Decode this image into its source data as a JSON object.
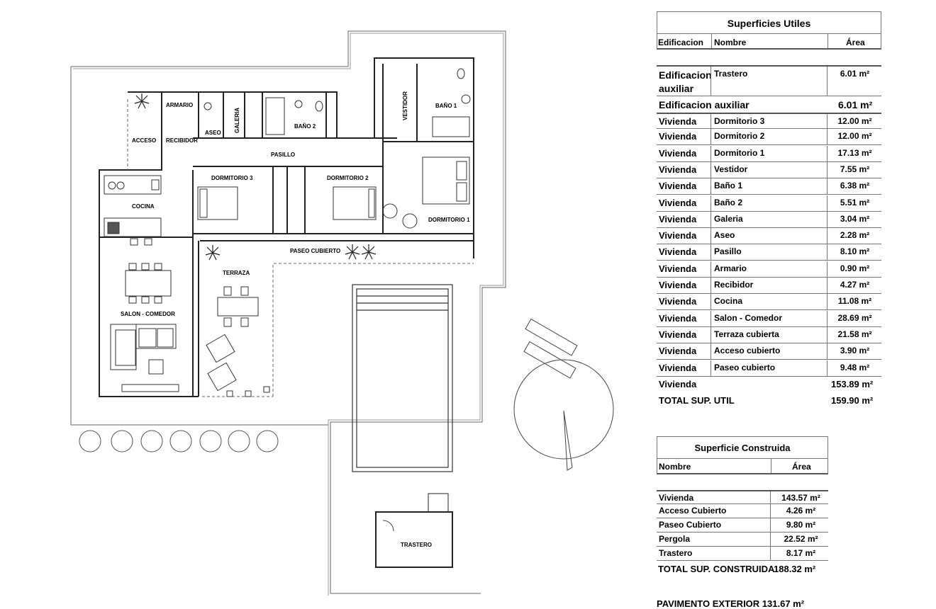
{
  "plan": {
    "rooms": {
      "armario": "ARMARIO",
      "acceso": "ACCESO",
      "recibidor": "RECIBIDOR",
      "aseo": "ASEO",
      "galeria": "GALERIA",
      "bano2": "BAÑO 2",
      "vestidor": "VESTIDOR",
      "bano1": "BAÑO 1",
      "pasillo": "PASILLO",
      "dormitorio3": "DORMITORIO 3",
      "dormitorio2": "DORMITORIO 2",
      "dormitorio1": "DORMITORIO 1",
      "cocina": "COCINA",
      "paseo_cubierto": "PASEO CUBIERTO",
      "terraza": "TERRAZA",
      "salon_comedor": "SALON - COMEDOR",
      "trastero": "TRASTERO"
    }
  },
  "utiles": {
    "title": "Superficies Utiles",
    "headers": {
      "edificacion": "Edificacion",
      "nombre": "Nombre",
      "area": "Área"
    },
    "aux_row": {
      "edificacion_line1": "Edificacion",
      "edificacion_line2": "auxiliar",
      "nombre": "Trastero",
      "area": "6.01 m²"
    },
    "aux_total": {
      "label": "Edificacion auxiliar",
      "area": "6.01 m²"
    },
    "rows": [
      {
        "edificacion": "Vivienda",
        "nombre": "Dormitorio 3",
        "area": "12.00 m²"
      },
      {
        "edificacion": "Vivienda",
        "nombre": "Dormitorio 2",
        "area": "12.00 m²"
      },
      {
        "edificacion": "Vivienda",
        "nombre": "Dormitorio 1",
        "area": "17.13 m²"
      },
      {
        "edificacion": "Vivienda",
        "nombre": "Vestidor",
        "area": "7.55 m²"
      },
      {
        "edificacion": "Vivienda",
        "nombre": "Baño 1",
        "area": "6.38 m²"
      },
      {
        "edificacion": "Vivienda",
        "nombre": "Baño 2",
        "area": "5.51 m²"
      },
      {
        "edificacion": "Vivienda",
        "nombre": "Galeria",
        "area": "3.04 m²"
      },
      {
        "edificacion": "Vivienda",
        "nombre": "Aseo",
        "area": "2.28 m²"
      },
      {
        "edificacion": "Vivienda",
        "nombre": "Pasillo",
        "area": "8.10 m²"
      },
      {
        "edificacion": "Vivienda",
        "nombre": "Armario",
        "area": "0.90 m²"
      },
      {
        "edificacion": "Vivienda",
        "nombre": "Recibidor",
        "area": "4.27 m²"
      },
      {
        "edificacion": "Vivienda",
        "nombre": "Cocina",
        "area": "11.08 m²"
      },
      {
        "edificacion": "Vivienda",
        "nombre": "Salon - Comedor",
        "area": "28.69 m²"
      },
      {
        "edificacion": "Vivienda",
        "nombre": "Terraza cubierta",
        "area": "21.58 m²"
      },
      {
        "edificacion": "Vivienda",
        "nombre": "Acceso cubierto",
        "area": "3.90 m²"
      },
      {
        "edificacion": "Vivienda",
        "nombre": "Paseo cubierto",
        "area": "9.48 m²"
      }
    ],
    "vivienda_total": {
      "label": "Vivienda",
      "area": "153.89 m²"
    },
    "total": {
      "label": "TOTAL SUP. UTIL",
      "area": "159.90 m²"
    }
  },
  "construida": {
    "title": "Superficie Construida",
    "headers": {
      "nombre": "Nombre",
      "area": "Área"
    },
    "rows": [
      {
        "nombre": "Vivienda",
        "area": "143.57 m²"
      },
      {
        "nombre": "Acceso Cubierto",
        "area": "4.26 m²"
      },
      {
        "nombre": "Paseo Cubierto",
        "area": "9.80 m²"
      },
      {
        "nombre": "Pergola",
        "area": "22.52 m²"
      },
      {
        "nombre": "Trastero",
        "area": "8.17 m²"
      }
    ],
    "total": {
      "label": "TOTAL SUP. CONSTRUIDA",
      "area": "188.32 m²"
    }
  },
  "pavimento": "PAVIMENTO EXTERIOR 131.67 m²"
}
